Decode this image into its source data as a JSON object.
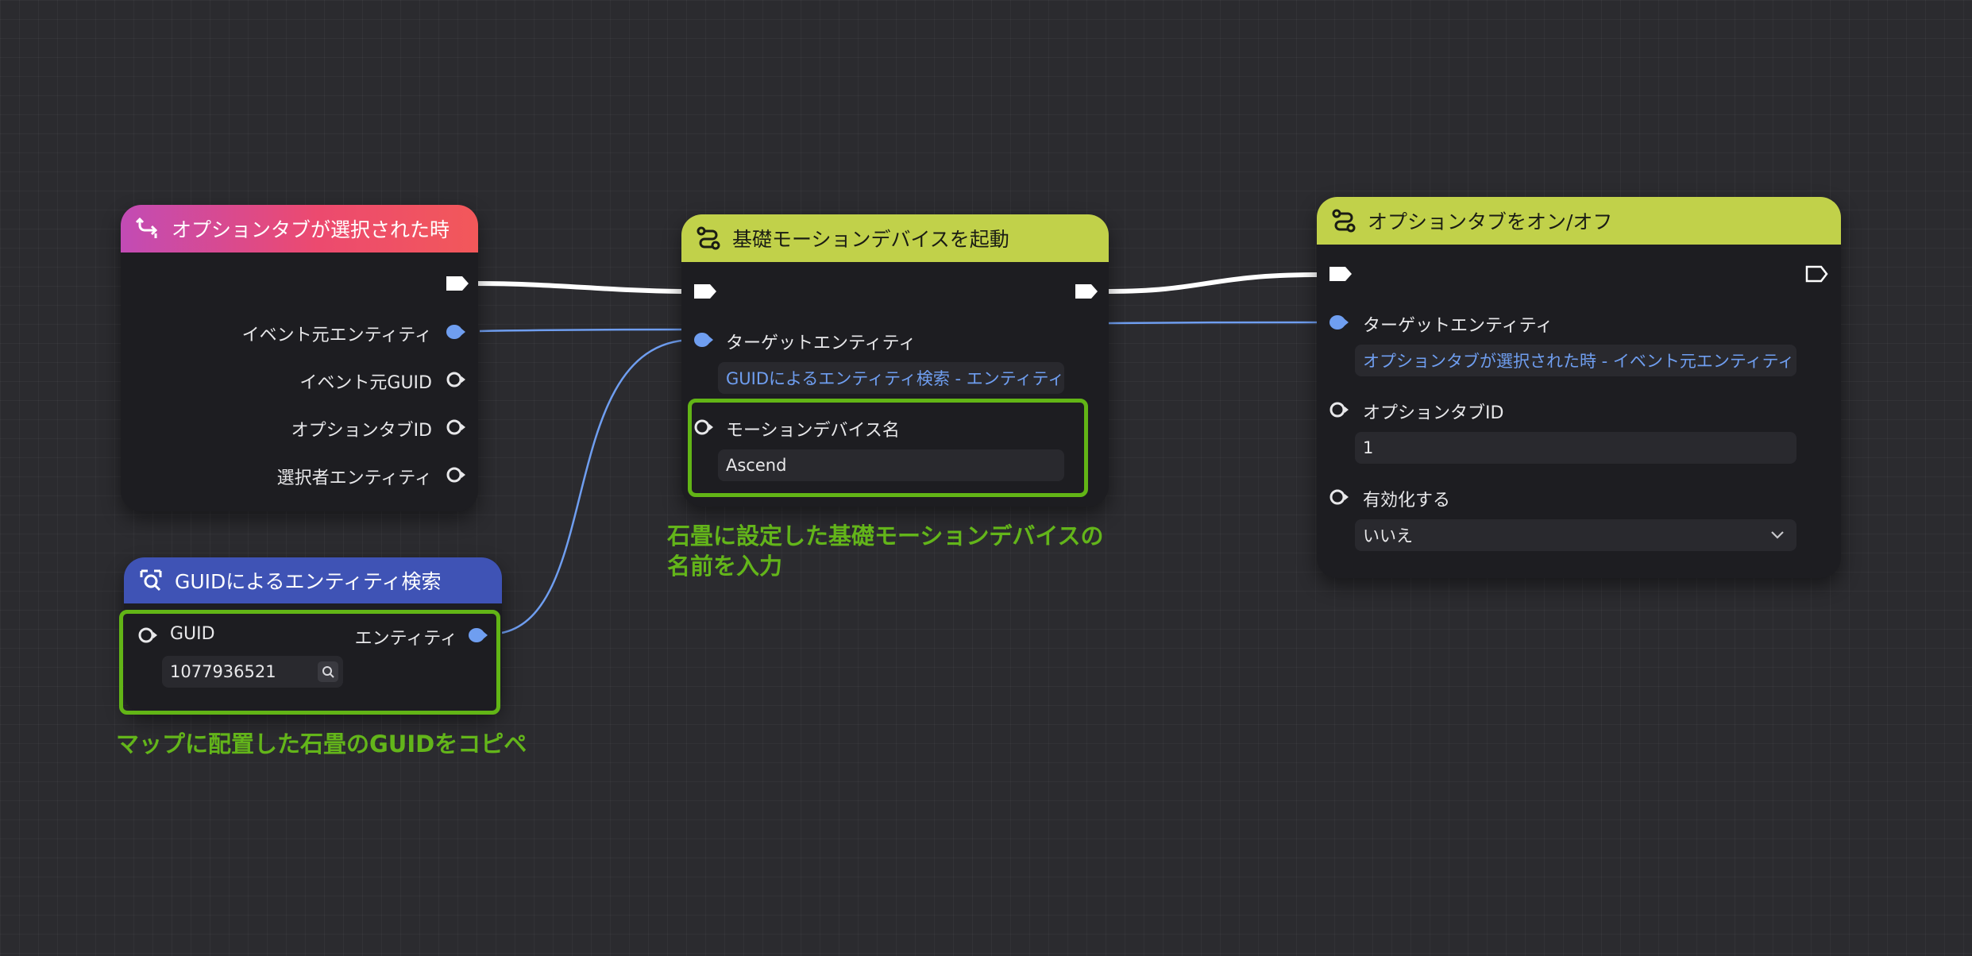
{
  "nodes": {
    "event": {
      "title": "オプションタブが選択された時",
      "outputs": [
        "イベント元エンティティ",
        "イベント元GUID",
        "オプションタブID",
        "選択者エンティティ"
      ]
    },
    "query": {
      "title": "GUIDによるエンティティ検索",
      "input_label": "GUID",
      "input_value": "1077936521",
      "output_label": "エンティティ"
    },
    "motion": {
      "title": "基礎モーションデバイスを起動",
      "target_label": "ターゲットエンティティ",
      "target_link": "GUIDによるエンティティ検索 - エンティティ",
      "device_label": "モーションデバイス名",
      "device_value": "Ascend"
    },
    "toggle": {
      "title": "オプションタブをオン/オフ",
      "target_label": "ターゲットエンティティ",
      "target_link": "オプションタブが選択された時 - イベント元エンティティ",
      "tab_label": "オプションタブID",
      "tab_value": "1",
      "enable_label": "有効化する",
      "enable_value": "いいえ"
    }
  },
  "annotations": {
    "motion_line1": "石畳に設定した基礎モーションデバイスの",
    "motion_line2": "名前を入力",
    "guid_note": "マップに配置した石畳のGUIDをコピペ"
  },
  "colors": {
    "entity_pin": "#6f9ef0",
    "highlight": "#62b516",
    "exec_header": "#c1d14a",
    "query_header": "#3f53b5"
  }
}
